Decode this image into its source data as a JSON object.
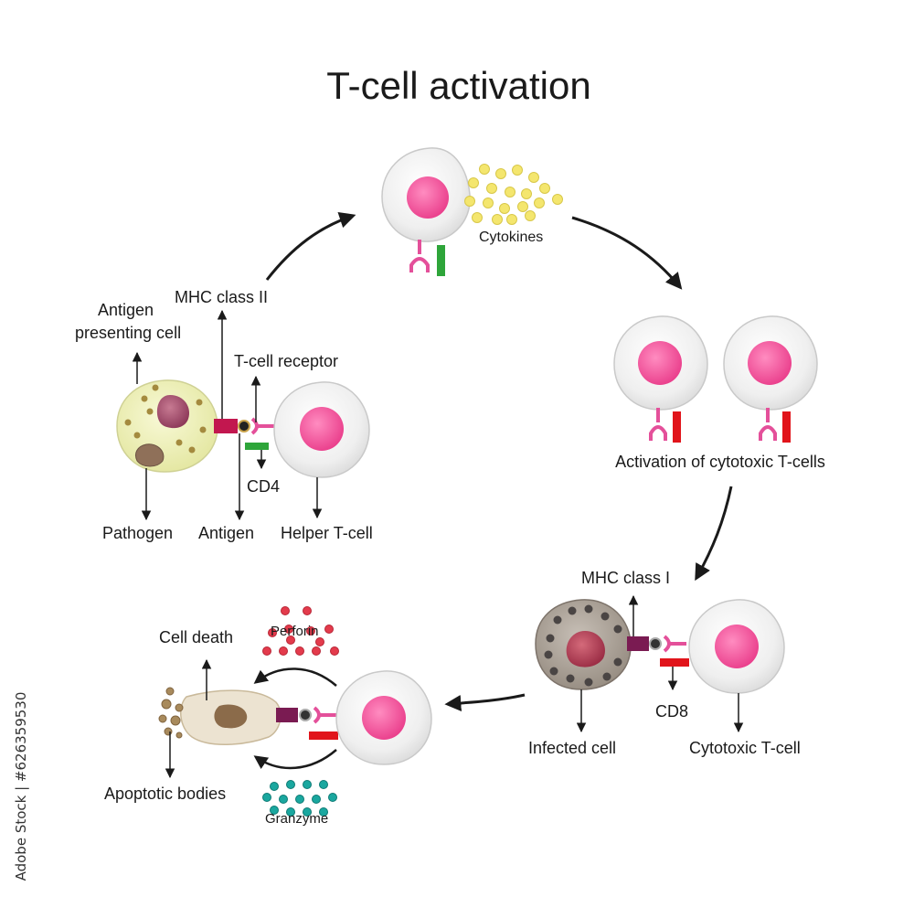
{
  "title": "T-cell activation",
  "labels": {
    "mhc_class_ii": "MHC class II",
    "antigen_presenting_cell": [
      "Antigen",
      "presenting cell"
    ],
    "t_cell_receptor": "T-cell receptor",
    "cd4": "CD4",
    "pathogen": "Pathogen",
    "antigen": "Antigen",
    "helper_t_cell": "Helper T-cell",
    "cytokines": "Cytokines",
    "activation_cytotoxic": "Activation of cytotoxic T-cells",
    "mhc_class_i": "MHC class I",
    "cd8": "CD8",
    "infected_cell": "Infected cell",
    "cytotoxic_t_cell": "Cytotoxic T-cell",
    "cell_death": "Cell death",
    "perforin": "Perforin",
    "apoptotic_bodies": "Apoptotic bodies",
    "granzyme": "Granzyme"
  },
  "stock_id": "Adobe Stock | #626359530",
  "colors": {
    "nucleus": "#f0569a",
    "cell": "#ececec",
    "apc": "#eef0b8",
    "mhc_ii": "#c2174f",
    "mhc_i": "#7a1b52",
    "cd4": "#2ea53a",
    "cd8": "#e1141b",
    "tcr": "#e4509a",
    "cytokine": "#f4e66e",
    "perforin": "#e33b4c",
    "granzyme": "#1aa79f",
    "debris": "#a88a5c"
  }
}
